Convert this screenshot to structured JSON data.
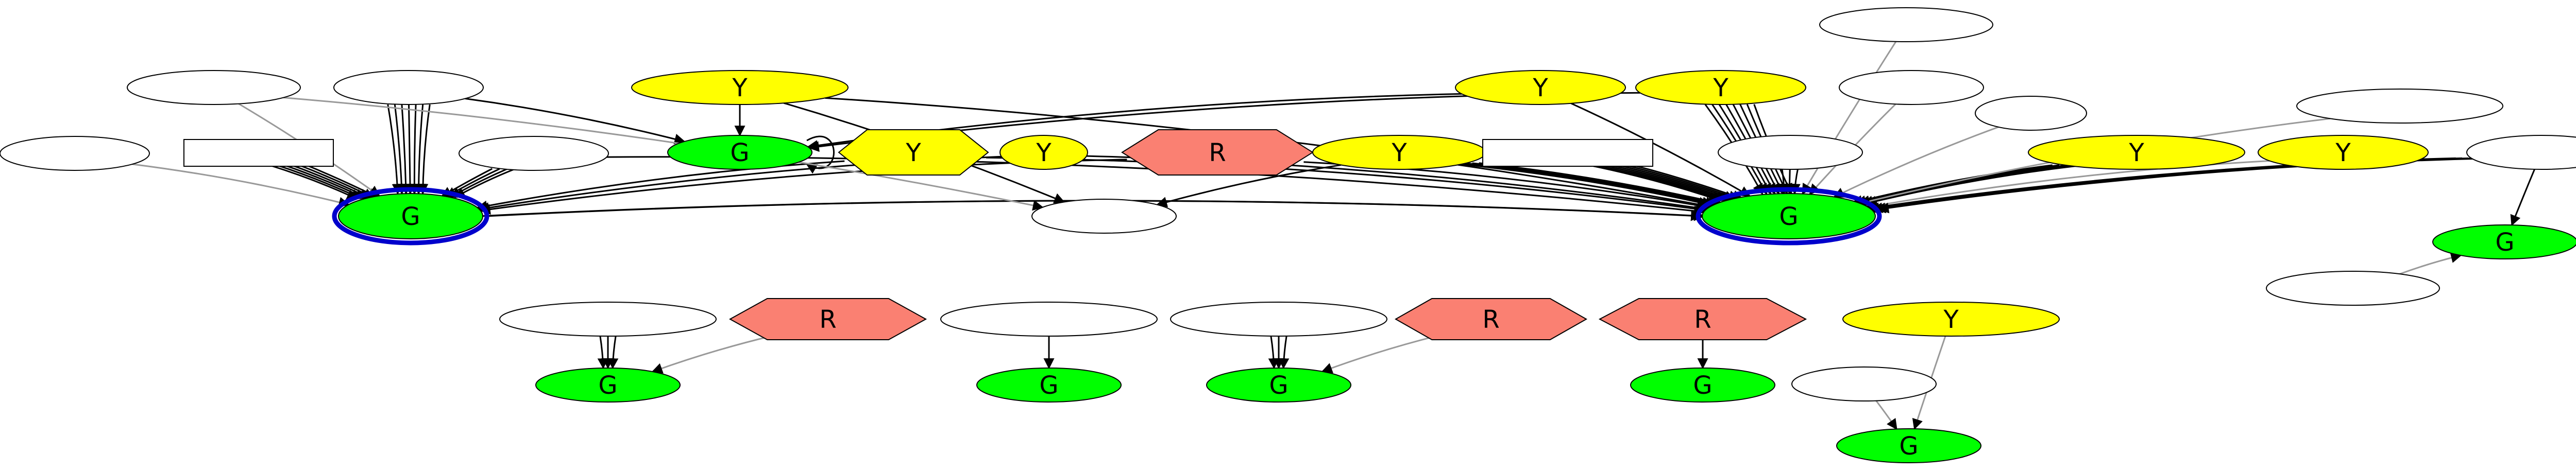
{
  "diagram": {
    "colors": {
      "green": "#00ff00",
      "yellow": "#ffff00",
      "red": "#fa8072",
      "highlight": "#0000cc",
      "edge": "#000000",
      "edge_light": "#999999"
    },
    "nodes": [
      {
        "id": "e1",
        "shape": "ellipse",
        "fill": "none",
        "label": ""
      },
      {
        "id": "r1",
        "shape": "rect",
        "fill": "none",
        "label": ""
      },
      {
        "id": "e2",
        "shape": "ellipse",
        "fill": "none",
        "label": ""
      },
      {
        "id": "e3",
        "shape": "ellipse",
        "fill": "none",
        "label": ""
      },
      {
        "id": "e4",
        "shape": "ellipse",
        "fill": "none",
        "label": ""
      },
      {
        "id": "hubL",
        "shape": "ellipse",
        "fill": "green",
        "label": "G",
        "highlight": true
      },
      {
        "id": "y1",
        "shape": "ellipse",
        "fill": "yellow",
        "label": "Y"
      },
      {
        "id": "g1",
        "shape": "ellipse",
        "fill": "green",
        "label": "G"
      },
      {
        "id": "hy1",
        "shape": "hexagon",
        "fill": "yellow",
        "label": "Y"
      },
      {
        "id": "y2",
        "shape": "ellipse",
        "fill": "yellow",
        "label": "Y"
      },
      {
        "id": "hr1",
        "shape": "hexagon",
        "fill": "red",
        "label": "R"
      },
      {
        "id": "y3",
        "shape": "ellipse",
        "fill": "yellow",
        "label": "Y"
      },
      {
        "id": "e5",
        "shape": "ellipse",
        "fill": "none",
        "label": ""
      },
      {
        "id": "r2",
        "shape": "rect",
        "fill": "none",
        "label": ""
      },
      {
        "id": "y4",
        "shape": "ellipse",
        "fill": "yellow",
        "label": "Y"
      },
      {
        "id": "y5",
        "shape": "ellipse",
        "fill": "yellow",
        "label": "Y"
      },
      {
        "id": "e6",
        "shape": "ellipse",
        "fill": "none",
        "label": ""
      },
      {
        "id": "e7",
        "shape": "ellipse",
        "fill": "none",
        "label": ""
      },
      {
        "id": "e8",
        "shape": "ellipse",
        "fill": "none",
        "label": ""
      },
      {
        "id": "e9",
        "shape": "ellipse",
        "fill": "none",
        "label": ""
      },
      {
        "id": "hubR",
        "shape": "ellipse",
        "fill": "green",
        "label": "G",
        "highlight": true
      },
      {
        "id": "y6",
        "shape": "ellipse",
        "fill": "yellow",
        "label": "Y"
      },
      {
        "id": "y7",
        "shape": "ellipse",
        "fill": "yellow",
        "label": "Y"
      },
      {
        "id": "e10",
        "shape": "ellipse",
        "fill": "none",
        "label": ""
      },
      {
        "id": "e11",
        "shape": "ellipse",
        "fill": "none",
        "label": ""
      },
      {
        "id": "g2",
        "shape": "ellipse",
        "fill": "green",
        "label": "G"
      },
      {
        "id": "e12",
        "shape": "ellipse",
        "fill": "none",
        "label": ""
      },
      {
        "id": "e13",
        "shape": "ellipse",
        "fill": "none",
        "label": ""
      },
      {
        "id": "g3",
        "shape": "ellipse",
        "fill": "green",
        "label": "G"
      },
      {
        "id": "hr2",
        "shape": "hexagon",
        "fill": "red",
        "label": "R"
      },
      {
        "id": "e14",
        "shape": "ellipse",
        "fill": "none",
        "label": ""
      },
      {
        "id": "g4",
        "shape": "ellipse",
        "fill": "green",
        "label": "G"
      },
      {
        "id": "e15",
        "shape": "ellipse",
        "fill": "none",
        "label": ""
      },
      {
        "id": "g5",
        "shape": "ellipse",
        "fill": "green",
        "label": "G"
      },
      {
        "id": "hr3",
        "shape": "hexagon",
        "fill": "red",
        "label": "R"
      },
      {
        "id": "hr4",
        "shape": "hexagon",
        "fill": "red",
        "label": "R"
      },
      {
        "id": "g6",
        "shape": "ellipse",
        "fill": "green",
        "label": "G"
      },
      {
        "id": "y8",
        "shape": "ellipse",
        "fill": "yellow",
        "label": "Y"
      },
      {
        "id": "e16",
        "shape": "ellipse",
        "fill": "none",
        "label": ""
      },
      {
        "id": "g7",
        "shape": "ellipse",
        "fill": "green",
        "label": "G"
      }
    ],
    "edges": [
      {
        "from": "e1",
        "to": "hubL",
        "count": 1,
        "style": "light"
      },
      {
        "from": "r1",
        "to": "hubL",
        "count": 6
      },
      {
        "from": "e2",
        "to": "hubL",
        "count": 1,
        "style": "light"
      },
      {
        "from": "e3",
        "to": "hubL",
        "count": 7
      },
      {
        "from": "e4",
        "to": "hubL",
        "count": 4
      },
      {
        "from": "e4",
        "to": "hubR",
        "count": 1
      },
      {
        "from": "e3",
        "to": "g1",
        "count": 1
      },
      {
        "from": "y1",
        "to": "g1",
        "count": 1
      },
      {
        "from": "y1",
        "to": "e5",
        "count": 1
      },
      {
        "from": "y1",
        "to": "hubR",
        "count": 1
      },
      {
        "from": "hy1",
        "to": "hubL",
        "count": 1
      },
      {
        "from": "hy1",
        "to": "hubR",
        "count": 1
      },
      {
        "from": "y2",
        "to": "hubL",
        "count": 1
      },
      {
        "from": "y2",
        "to": "hubR",
        "count": 1
      },
      {
        "from": "hr1",
        "to": "hubR",
        "count": 1
      },
      {
        "from": "hr1",
        "to": "hubL",
        "count": 1
      },
      {
        "from": "y3",
        "to": "hubR",
        "count": 5
      },
      {
        "from": "y3",
        "to": "e5",
        "count": 1
      },
      {
        "from": "r2",
        "to": "hubR",
        "count": 7
      },
      {
        "from": "y4",
        "to": "hubR",
        "count": 1
      },
      {
        "from": "y4",
        "to": "g1",
        "count": 1
      },
      {
        "from": "y5",
        "to": "hubR",
        "count": 8
      },
      {
        "from": "y5",
        "to": "g1",
        "count": 1
      },
      {
        "from": "e6",
        "to": "hubR",
        "count": 1,
        "style": "light"
      },
      {
        "from": "e7",
        "to": "hubR",
        "count": 1,
        "style": "light"
      },
      {
        "from": "e8",
        "to": "hubR",
        "count": 1,
        "style": "light"
      },
      {
        "from": "e9",
        "to": "hubR",
        "count": 3
      },
      {
        "from": "y6",
        "to": "hubR",
        "count": 5
      },
      {
        "from": "y7",
        "to": "hubR",
        "count": 1,
        "style": "light"
      },
      {
        "from": "e10",
        "to": "hubR",
        "count": 1,
        "style": "light"
      },
      {
        "from": "e11",
        "to": "hubR",
        "count": 6
      },
      {
        "from": "e11",
        "to": "g2",
        "count": 1
      },
      {
        "from": "e12",
        "to": "g2",
        "count": 1,
        "style": "light"
      },
      {
        "from": "g1",
        "to": "g1",
        "count": 1,
        "loop": true
      },
      {
        "from": "e13",
        "to": "g3",
        "count": 3
      },
      {
        "from": "hr2",
        "to": "g3",
        "count": 1,
        "style": "light"
      },
      {
        "from": "e14",
        "to": "g4",
        "count": 1
      },
      {
        "from": "e15",
        "to": "g5",
        "count": 3
      },
      {
        "from": "hr3",
        "to": "g5",
        "count": 1,
        "style": "light"
      },
      {
        "from": "hr4",
        "to": "g6",
        "count": 1
      },
      {
        "from": "y8",
        "to": "g7",
        "count": 1,
        "style": "light"
      },
      {
        "from": "e16",
        "to": "g7",
        "count": 1,
        "style": "light"
      },
      {
        "from": "hubL",
        "to": "hubR",
        "count": 2
      },
      {
        "from": "e2",
        "to": "e5",
        "count": 1,
        "style": "light"
      }
    ]
  }
}
